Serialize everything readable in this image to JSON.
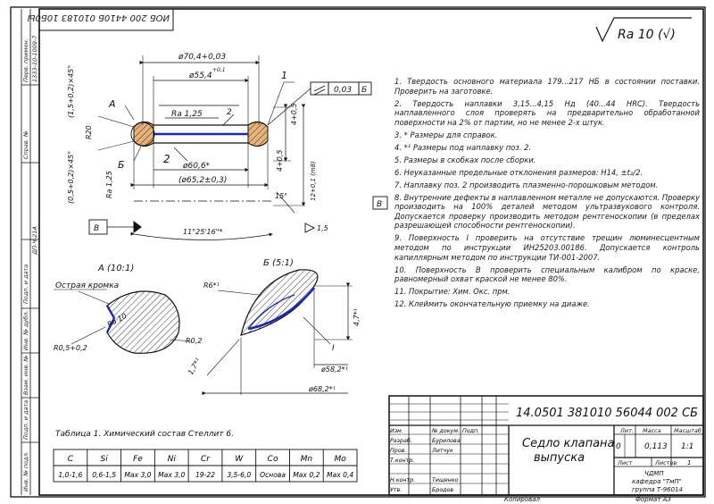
{
  "roughness": "Ra 10 (√)",
  "rotated_top_code": "ИОБ 200 4410Б 010183 10Б0Ы",
  "notes": [
    "1. Твердость основного материала 179...217 НБ в состоянии поставки. Проверить на заготовке.",
    "2. Твердость наплавки 3,15...4,15 Нд (40...44 НRC). Твердость наплавленного слоя проверять на предварительно обработанной поверхности на 2% от партии, но не менее 2-х штук.",
    "3. * Размеры для справок.",
    "4. *¹ Размеры под наплавку поз. 2.",
    "5. Размеры в скобках после сборки.",
    "6. Неуказанные предельные отклонения размеров: Н14, ±t₂/2.",
    "7. Наплавку поз. 2 производить плазменно-порошковым методом.",
    "8. Внутренние дефекты в наплавленном металле не допускаются. Проверку производить на 100% деталей методом ультразвукового контроля. Допускается проверку производить методом рентгеноскопии (в пределах разрешающей способности рентгеноскопии).",
    "9. Поверхность I проверить на отсутствие трещин люминесцентным методом по инструкции ИН25203.00186. Допускается контроль капиллярным методом по инструкции ТИ-001-2007.",
    "10. Поверхность В проверить специальным калибром по краске, равномерный охват краской не менее 80%.",
    "11. Покрытие: Хим. Окс. прм.",
    "12. Клеймить окончательную приемку на диаже."
  ],
  "dims": {
    "d70": "ø70,4+0,03",
    "d55": "ø55,4",
    "d55_tol": "+0,1",
    "d60": "ø60,6*",
    "d65": "(ø65,2±0,3)",
    "tol_box": "0,03",
    "tol_datum": "Б",
    "ra125": "Ra 1,25",
    "r20": "R20",
    "ang_top": "(1,5+0,2)×45°",
    "ang_bot": "(0,5+0,2)×45°",
    "ra125b": "Ra 1,25",
    "dim_4": "4+0,5",
    "dim_45": "4+0,5",
    "dim_12": "12+0,1 (m8)",
    "ang_15": "15°",
    "ang_11": "11°25'16\"*",
    "dim_15": "1,5",
    "pos1": "1",
    "pos2": "2",
    "letter_a": "А",
    "letter_b": "Б",
    "letter_v": "В",
    "letter_v2": "В"
  },
  "detail_a": {
    "title": "А (10:1)",
    "sharp_edge": "Острая кромка",
    "ra10": "Ra 10",
    "r05": "R0,5+0,2",
    "r02": "R0,2"
  },
  "detail_b": {
    "title": "Б (5:1)",
    "r6": "R6*¹",
    "h47": "4,7*¹",
    "d582": "ø58,2*¹",
    "d682": "ø68,2*¹",
    "l17": "1,7*¹",
    "pos_i": "I"
  },
  "table": {
    "caption": "Таблица 1. Химический состав Стеллит 6.",
    "headers": [
      "C",
      "Si",
      "Fe",
      "Ni",
      "Cr",
      "W",
      "Co",
      "Mn",
      "Mo"
    ],
    "values": [
      "1,0-1,6",
      "0,6-1,5",
      "Max 3,0",
      "Max 3,0",
      "19-22",
      "3,5-6,0",
      "Основа",
      "Max 0,2",
      "Max 0,4"
    ]
  },
  "title_block": {
    "doc_number": "14.0501 381010 56044 002 СБ",
    "name_line1": "Седло клапана",
    "name_line2": "выпуска",
    "lit_label": "Лит.",
    "mass_label": "Масса",
    "scale_label": "Масштаб",
    "lit_value": "0",
    "mass_value": "0,113",
    "scale_value": "1:1",
    "sheet_label": "Лист",
    "sheets_label": "Листов",
    "sheets_value": "1",
    "org_line1": "ЧДМП",
    "org_line2": "кафедра \"ТмП\"",
    "org_line3": "группа Т-96014",
    "rows": [
      {
        "role": "Изм.",
        "name": "",
        "sign": "№ докум.",
        "date": "Подп."
      },
      {
        "role": "Разраб.",
        "name": "Бурилова"
      },
      {
        "role": "Пров.",
        "name": "Литчук"
      },
      {
        "role": "Т.контр.",
        "name": ""
      },
      {
        "role": "",
        "name": ""
      },
      {
        "role": "Н.контр.",
        "name": "Тищенко"
      },
      {
        "role": "Утв.",
        "name": "Бродов"
      }
    ],
    "copied": "Копировал",
    "format": "Формат А3"
  },
  "side_labels": [
    "Перв. примен.",
    "Справ. №",
    "Подп. и дата",
    "Инв. № дубл.",
    "Взам. инв. №",
    "Подп. и дата",
    "Инв. № подл."
  ],
  "side_values": [
    "1333-10-1009-7",
    "",
    "",
    "",
    "",
    "",
    "ДП-Ч-21А"
  ]
}
